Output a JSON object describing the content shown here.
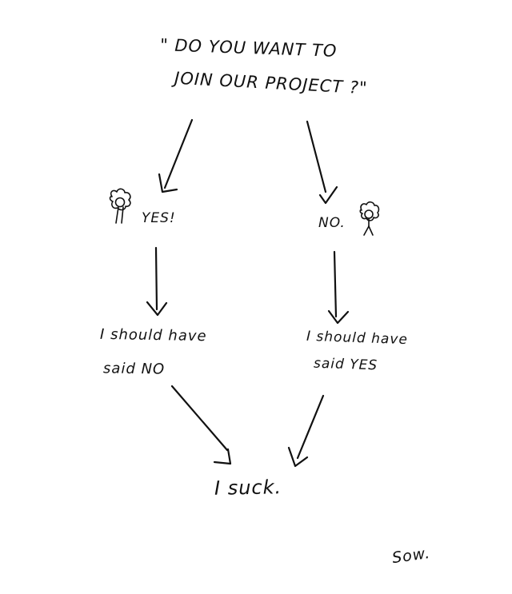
{
  "question": {
    "line1": "\" DO YOU WANT TO",
    "line2": "JOIN OUR PROJECT ?\""
  },
  "left_branch": {
    "answer": "YES!",
    "regret_line1": "I should have",
    "regret_line2": "said NO"
  },
  "right_branch": {
    "answer": "NO.",
    "regret_line1": "I should have",
    "regret_line2": "said YES"
  },
  "conclusion": "I suck.",
  "signature": "Sow.",
  "colors": {
    "ink": "#111111",
    "paper": "#ffffff"
  }
}
